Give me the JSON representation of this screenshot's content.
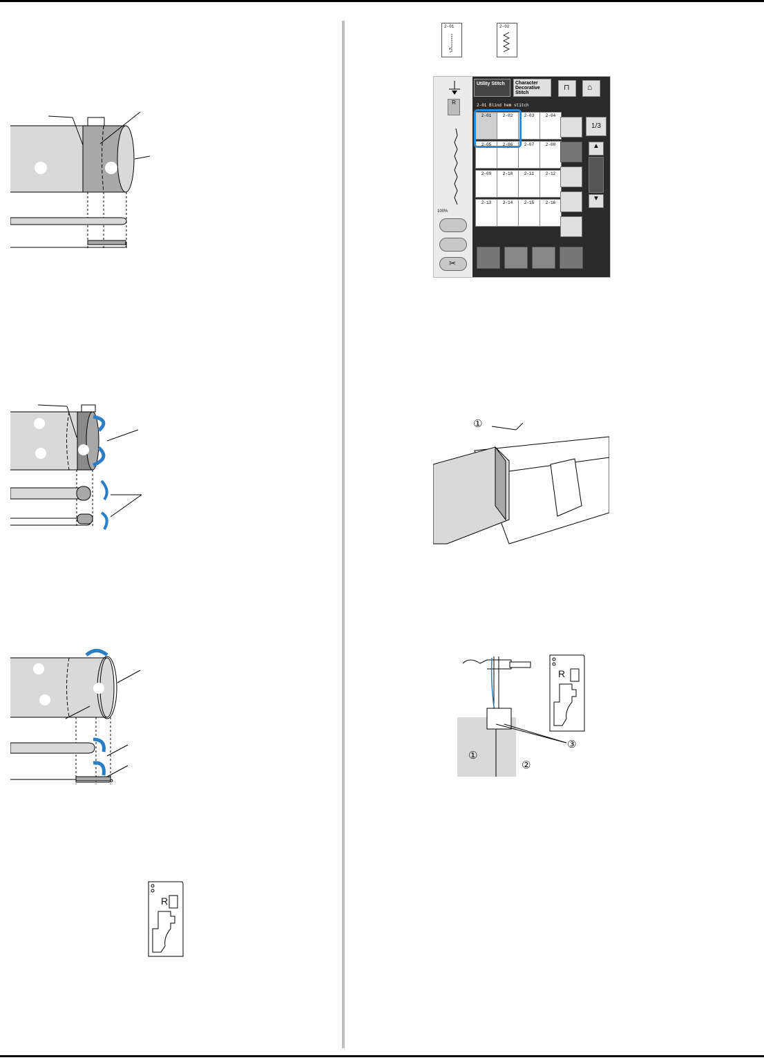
{
  "lcd": {
    "tab_utility": "Utility Stitch",
    "tab_character": "Character Decorative Stitch",
    "stitch_name": "2-01 Blind hem stitch",
    "presser_foot": "R",
    "zoom": "100%",
    "page": "1/3",
    "stitches": [
      "2-01",
      "2-02",
      "2-03",
      "2-04",
      "2-05",
      "2-06",
      "2-07",
      "2-08",
      "2-09",
      "2-10",
      "2-11",
      "2-12",
      "2-13",
      "2-14",
      "2-15",
      "2-16"
    ]
  },
  "icons": {
    "selected_1": "2-01",
    "selected_2": "2-02"
  },
  "foot_label": "R",
  "callouts": {
    "c1": "①",
    "c2": "②",
    "c3": "③"
  },
  "colors": {
    "arrow_blue": "#2a7fc4",
    "fabric_gray": "#d9d9d9",
    "fold_gray": "#a8a8a8",
    "lcd_dark": "#2a2a2a",
    "highlight": "#2a8ad8"
  }
}
